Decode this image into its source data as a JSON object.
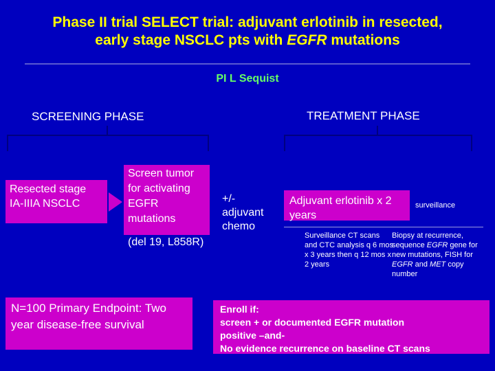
{
  "slide": {
    "title_line1_a": "Phase II trial SELECT trial: adjuvant erlotinib in resected,",
    "title_line2_a": "early stage NSCLC pts with ",
    "title_line2_italic": "EGFR",
    "title_line2_b": " mutations",
    "pi": "PI L Sequist",
    "screening_label": "SCREENING PHASE",
    "treatment_label": "TREATMENT PHASE",
    "resected_box": "Resected stage IA-IIIA NSCLC",
    "screen_box": "Screen tumor for activating EGFR mutations",
    "screen_box_overflow": "(del 19, L858R)",
    "chemo_text": "+/- adjuvant chemo",
    "erlotinib_box": "Adjuvant erlotinib x 2 years",
    "surveillance_label": "surveillance",
    "detail_left": "Surveillance CT scans and CTC analysis q 6 mos x 3 years then q 12 mos x 2 years",
    "detail_right_a": "Biopsy at recurrence, sequence ",
    "detail_right_italic1": "EGFR",
    "detail_right_b": " gene for new mutations, FISH for ",
    "detail_right_italic2": "EGFR",
    "detail_right_c": " and ",
    "detail_right_italic3": "MET",
    "detail_right_d": " copy number",
    "n100_box": "N=100 Primary Endpoint: Two year disease-free survival",
    "enroll_line1": "Enroll if:",
    "enroll_line2": "screen + or documented EGFR mutation",
    "enroll_line3": "positive –and-",
    "enroll_line4": "No evidence recurrence on baseline CT scans"
  },
  "colors": {
    "background": "#0000bf",
    "title": "#ffff00",
    "pi": "#66ff66",
    "box": "#cc00cc",
    "text": "#ffffff",
    "connector": "#000080"
  }
}
